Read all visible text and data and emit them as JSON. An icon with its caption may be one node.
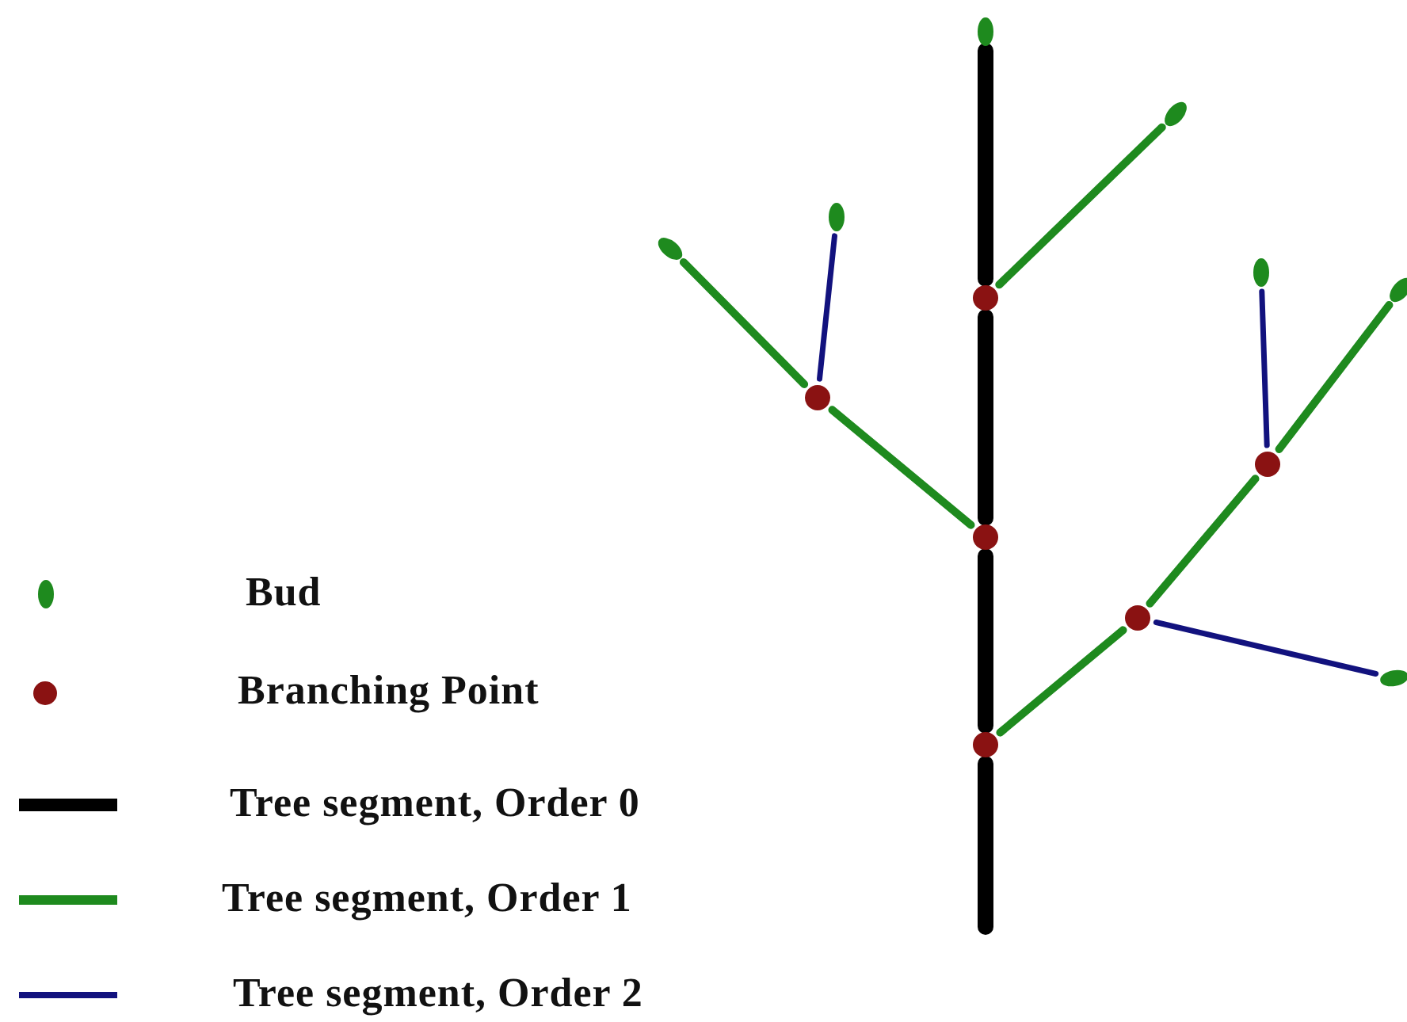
{
  "diagram": {
    "nodes": [
      {
        "text": [],
        "shape": "bud"
      },
      {
        "text": [],
        "shape": "bud"
      },
      {
        "text": [],
        "shape": "bud"
      },
      {
        "text": [],
        "shape": "bud"
      },
      {
        "text": [],
        "shape": "bud"
      },
      {
        "text": [],
        "shape": "bud"
      },
      {
        "text": [],
        "shape": "bud"
      },
      {
        "text": [],
        "shape": "circle"
      },
      {
        "text": [],
        "shape": "circle"
      },
      {
        "text": [],
        "shape": "circle"
      },
      {
        "text": [],
        "shape": "circle"
      },
      {
        "text": [],
        "shape": "circle"
      },
      {
        "text": [],
        "shape": "circle"
      }
    ],
    "edges": [
      {
        "from": null,
        "to": 12,
        "arrow": "none",
        "style": "thick",
        "color": "#000000"
      },
      {
        "from": 12,
        "to": 9,
        "arrow": "none",
        "style": "thick",
        "color": "#000000"
      },
      {
        "from": 9,
        "to": 7,
        "arrow": "none",
        "style": "thick",
        "color": "#000000"
      },
      {
        "from": 7,
        "to": 0,
        "arrow": "none",
        "style": "thick",
        "color": "#000000"
      },
      {
        "from": 7,
        "to": 1,
        "arrow": "none"
      },
      {
        "from": 9,
        "to": 8,
        "arrow": "none"
      },
      {
        "from": 8,
        "to": 3,
        "arrow": "none"
      },
      {
        "from": 12,
        "to": 11,
        "arrow": "none"
      },
      {
        "from": 11,
        "to": 10,
        "arrow": "none"
      },
      {
        "from": 10,
        "to": 5,
        "arrow": "none"
      },
      {
        "from": 8,
        "to": 2,
        "arrow": "none",
        "color": "#12127e"
      },
      {
        "from": 10,
        "to": 4,
        "arrow": "none",
        "color": "#12127e"
      },
      {
        "from": 11,
        "to": 6,
        "arrow": "none",
        "color": "#12127e"
      }
    ],
    "legend": [
      {
        "text": "Bud"
      },
      {
        "text": "Branching Point"
      },
      {
        "text": "Tree segment, Order 0"
      },
      {
        "text": "Tree segment, Order 1"
      },
      {
        "text": "Tree segment, Order 2"
      }
    ]
  }
}
